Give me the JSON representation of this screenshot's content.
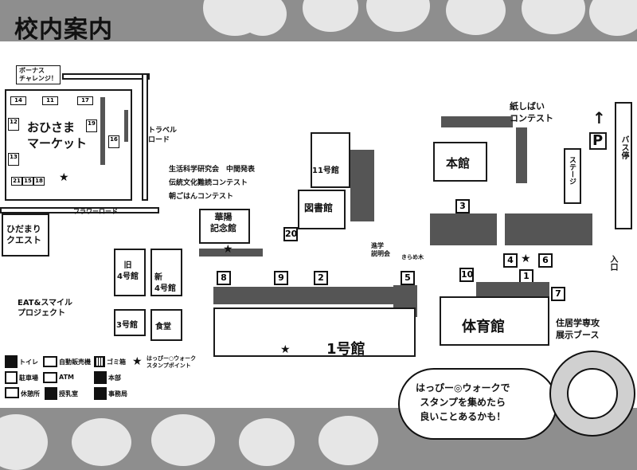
{
  "title": "校内案内",
  "areas": {
    "market": "おひさま\nマーケット",
    "bonus": "ボーナス\nチャレンジ！",
    "hidamari": "ひだまり\nクエスト",
    "eat": "EAT&スマイル\nプロジェクト",
    "travel_road": "トラベル\nロード",
    "flower_road": "フラワーロード",
    "kashi": "生活科学研究会　中間発表",
    "dento": "伝統文化難読コンテスト",
    "asagohan": "朝ごはんコンテスト",
    "kayo": "華陽\n記念館",
    "kyu4": "旧\n4号館",
    "shin4": "新\n4号館",
    "go3": "3号館",
    "shokudo": "食堂",
    "go11": "11号館",
    "toshokan": "図書館",
    "honkan": "本館",
    "taiikukan": "体育館",
    "go1": "1号館",
    "shingaku": "進学\n説明会",
    "kiramenoki": "きらめ木",
    "kamishibai": "紙しばい\nコンテスト",
    "stage": "ステージ",
    "bus": "バス停",
    "entrance": "入口",
    "jukyo": "住居学専攻\n展示ブース",
    "parking_p": "P"
  },
  "numbers": [
    "20",
    "3",
    "8",
    "9",
    "2",
    "5",
    "10",
    "1",
    "4",
    "6",
    "7"
  ],
  "market_stalls": [
    "14",
    "11",
    "17",
    "12",
    "19",
    "16",
    "13",
    "21",
    "15",
    "18"
  ],
  "legend": {
    "toilet": "トイレ",
    "vending": "自動販売機",
    "trash": "ゴミ箱",
    "parking": "駐車場",
    "atm": "ATM",
    "hq": "本部",
    "gym_room": "休憩所",
    "nursing": "授乳室",
    "office": "事務局",
    "stamp": "はっぴー○ウォーク\nスタンプポイント"
  },
  "bubble": "はっぴー◎ウォークで\nスタンプを集めたら\n良いことあるかも！",
  "colors": {
    "bg": "#8e8e8e",
    "cloud": "#e6e6e6",
    "dark": "#555555"
  }
}
